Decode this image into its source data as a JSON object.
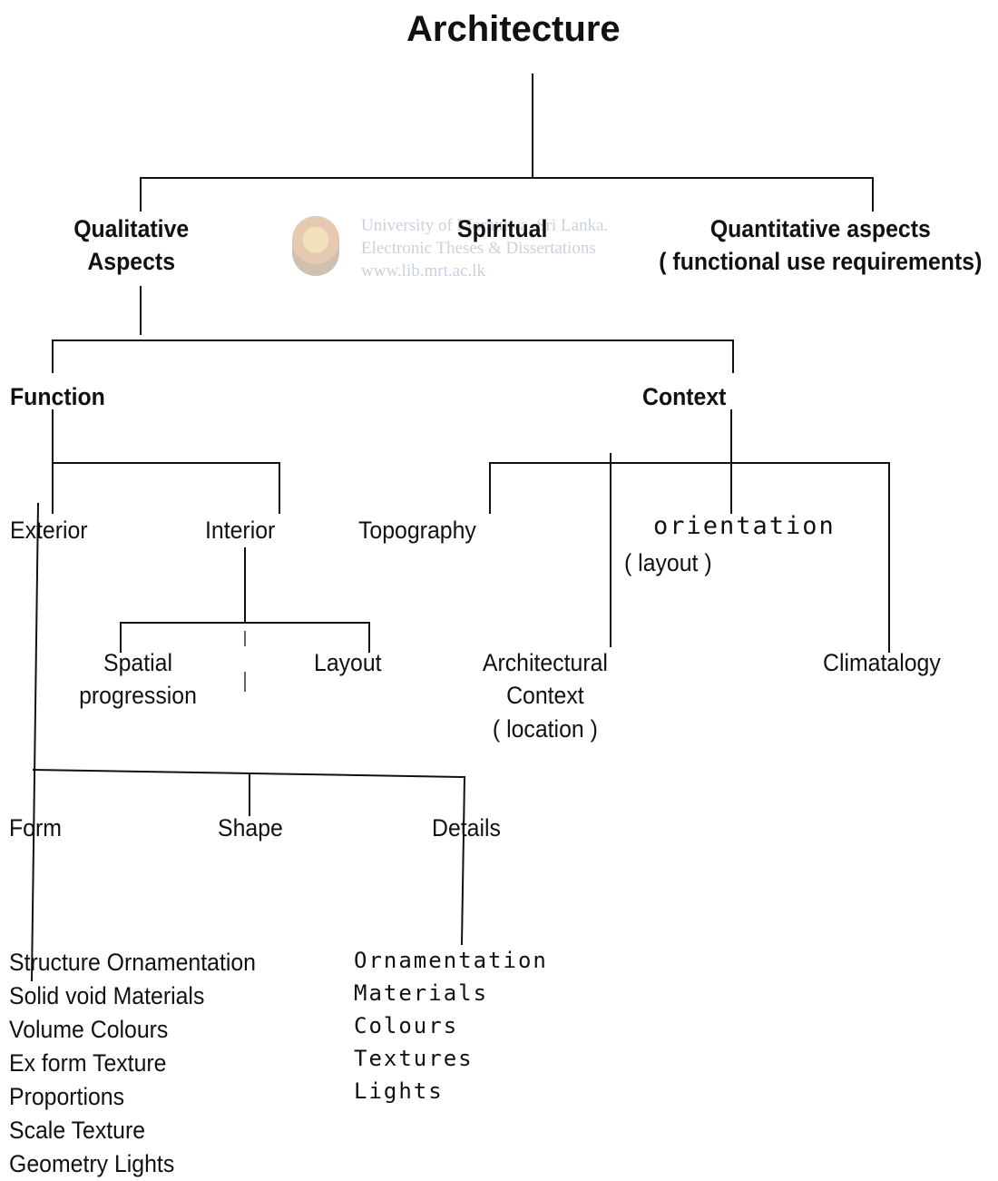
{
  "title": "Architecture",
  "watermark": {
    "lines": [
      "University of Moratuwa, Sri Lanka.",
      "Electronic Theses & Dissertations",
      "www.lib.mrt.ac.lk"
    ],
    "seal_icon": "university-seal-icon"
  },
  "nodes": {
    "qualitative": [
      "Qualitative",
      "Aspects"
    ],
    "spiritual": "Spiritual",
    "quantitative": [
      "Quantitative aspects",
      "( functional use requirements)"
    ],
    "function": "Function",
    "context": "Context",
    "exterior": "Exterior",
    "interior": "Interior",
    "topography": "Topography",
    "orientation": "orientation",
    "orientation_sub": "( layout )",
    "spatial": [
      "Spatial",
      "progression"
    ],
    "layout": "Layout",
    "architectural_context": [
      "Architectural",
      "Context",
      "( location )"
    ],
    "climatalogy": "Climatalogy",
    "form": "Form",
    "shape": "Shape",
    "details": "Details"
  },
  "form_list": [
    "Structure Ornamentation",
    "Solid void Materials",
    "Volume Colours",
    "Ex form Texture",
    "Proportions",
    "Scale Texture",
    "Geometry Lights"
  ],
  "details_list": [
    "Ornamentation",
    "Materials",
    "Colours",
    "Textures",
    "Lights"
  ],
  "line_color": "#111111"
}
